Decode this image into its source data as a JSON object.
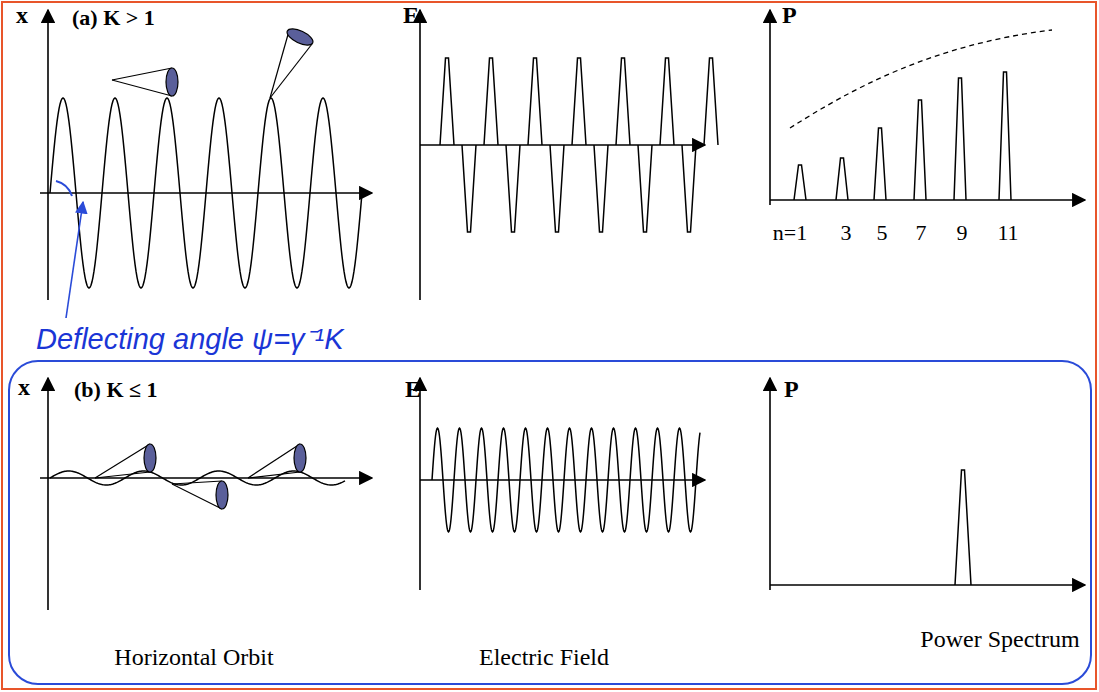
{
  "diagram": {
    "nodes": [
      {
        "text": [
          "x",
          "(b) K ≤ 1",
          "E",
          "P",
          "Horizontal Orbit",
          "Electric Field",
          "Power Spectrum"
        ]
      }
    ],
    "labels": [
      "x",
      "(a) K > 1",
      "E",
      "P",
      "n=1",
      "3",
      "5",
      "7",
      "9",
      "11",
      "Deflecting angle ψ=γ⁻¹K"
    ]
  }
}
